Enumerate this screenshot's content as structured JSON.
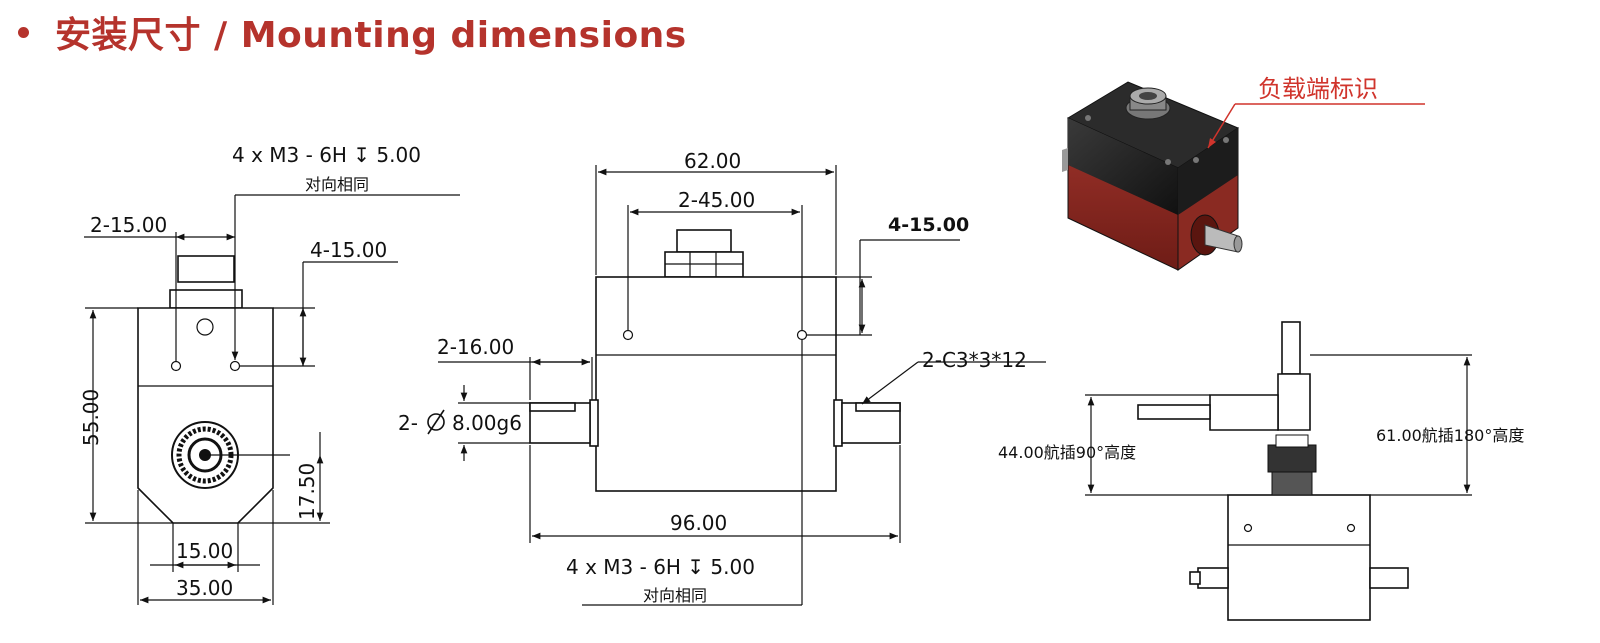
{
  "header": {
    "title": "安装尺寸 / Mounting dimensions"
  },
  "side_view": {
    "note_thread": "4 x  M3 - 6H ↧ 5.00",
    "note_same": "对向相同",
    "dim_top_left": "2-15.00",
    "dim_top_right": "4-15.00",
    "dim_height": "55.00",
    "dim_center": "17.50",
    "dim_inner_width": "15.00",
    "dim_width": "35.00"
  },
  "front_view": {
    "dim_total_top": "62.00",
    "dim_holes": "2-45.00",
    "dim_right": "4-15.00",
    "dim_shaft_len": "2-16.00",
    "dim_chamfer": "2-C3*3*12",
    "dim_shaft_dia_prefix": "2-",
    "dim_shaft_dia_value": "8.00g6",
    "dim_total_bottom": "96.00",
    "note_thread": "4 x  M3 - 6H ↧ 5.00",
    "note_same": "对向相同"
  },
  "photo": {
    "callout": "负载端标识"
  },
  "connector_view": {
    "dim_90": "44.00航插90°高度",
    "dim_180": "61.00航插180°高度"
  }
}
